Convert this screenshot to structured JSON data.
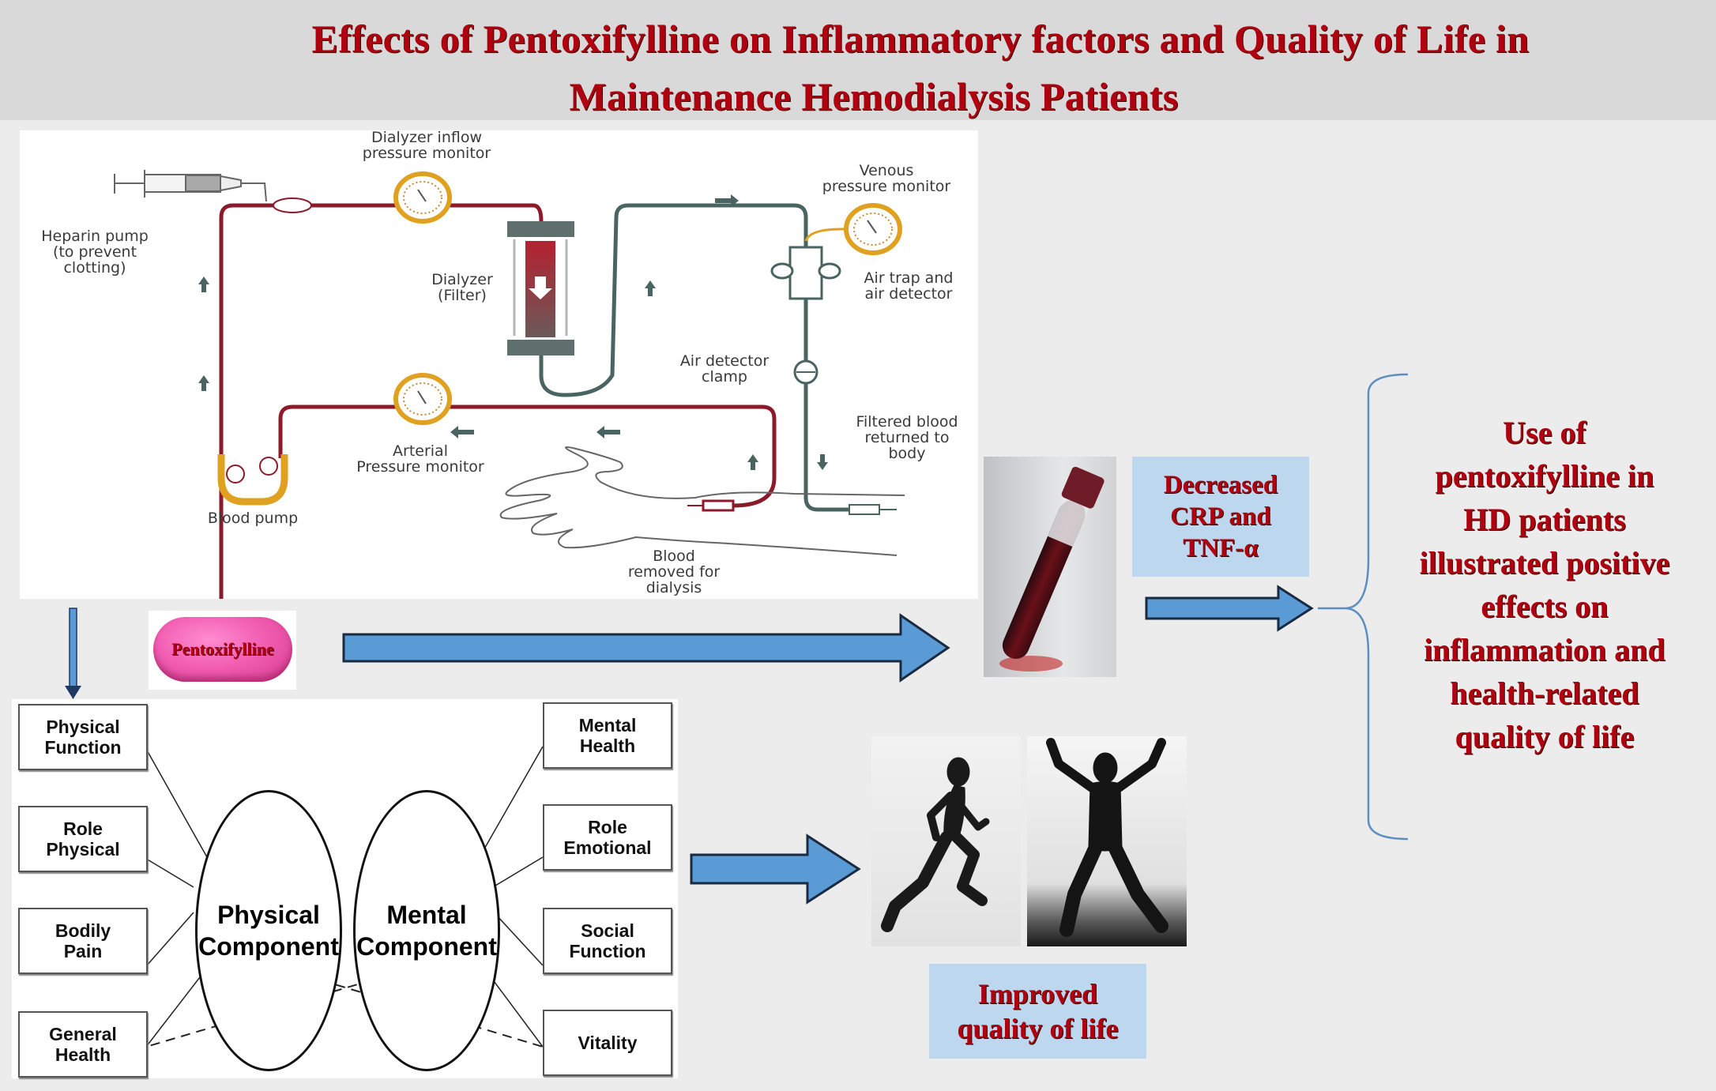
{
  "title": {
    "line1": "Effects of Pentoxifylline on Inflammatory factors and Quality of Life in",
    "line2": "Maintenance Hemodialysis Patients"
  },
  "dialysis_diagram": {
    "labels": {
      "dialyzer_inflow": "Dialyzer inflow\npressure monitor",
      "heparin_pump": "Heparin pump\n(to prevent\nclotting)",
      "dialyzer": "Dialyzer\n(Filter)",
      "venous_monitor": "Venous\npressure monitor",
      "air_trap": "Air trap and\nair detector",
      "air_clamp": "Air detector\nclamp",
      "filtered_blood": "Filtered blood\nreturned to\nbody",
      "arterial_monitor": "Arterial\nPressure monitor",
      "blood_pump": "Blood pump",
      "blood_removed": "Blood\nremoved for\ndialysis"
    }
  },
  "pill": {
    "label": "Pentoxifylline"
  },
  "inflammation_result": {
    "text": "Decreased\nCRP and\nTNF-α"
  },
  "conclusion": {
    "text": "Use of\npentoxifylline in\nHD patients\nillustrated positive\neffects on\ninflammation and\nhealth-related\nquality of life"
  },
  "sf36": {
    "physical_component": "Physical\nComponent",
    "mental_component": "Mental\nComponent",
    "physical_domains": [
      "Physical\nFunction",
      "Role\nPhysical",
      "Bodily\nPain",
      "General\nHealth"
    ],
    "mental_domains": [
      "Mental\nHealth",
      "Role\nEmotional",
      "Social\nFunction",
      "Vitality"
    ]
  },
  "qol_result": {
    "text": "Improved\nquality of life"
  },
  "colors": {
    "title_red": "#b00010",
    "arrow_blue": "#5b9bd5",
    "box_blue": "#bdd7ee",
    "header_gray": "#d9d9d9",
    "blood_line": "#8b1a2b",
    "return_line": "#4a6461",
    "gauge_gold": "#e0a020"
  }
}
